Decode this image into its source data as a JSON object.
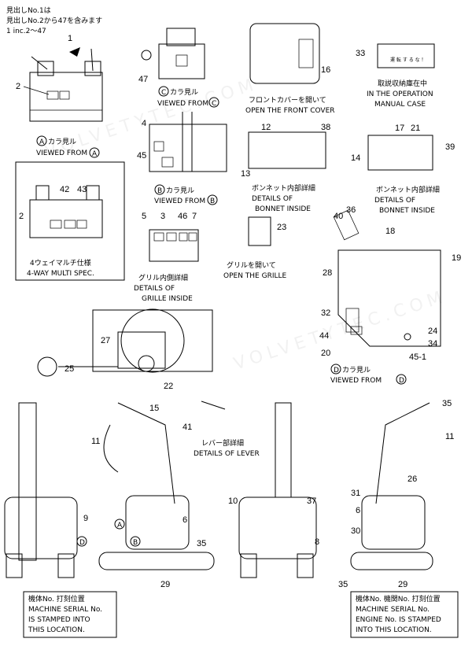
{
  "header": {
    "line1": "見出しNo.1は",
    "line2": "見出しNo.2から47を含みます",
    "line3": "1 inc.2～47"
  },
  "views": {
    "a_jp": "カラ見ル",
    "a_en": "VIEWED FROM",
    "a_letter": "A",
    "b_jp": "カラ見ル",
    "b_en": "VIEWED FROM",
    "b_letter": "B",
    "c_jp": "カラ見ル",
    "c_en": "VIEWED FROM",
    "c_letter": "C",
    "d_jp": "カラ見ル",
    "d_en": "VIEWED FROM",
    "d_letter": "D"
  },
  "captions": {
    "front_cover_jp": "フロントカバーを開いて",
    "front_cover_en": "OPEN THE FRONT COVER",
    "manual_jp": "取説収納庫在中",
    "manual_en1": "IN THE OPERATION",
    "manual_en2": "MANUAL CASE",
    "bonnet_jp": "ボンネット内部詳細",
    "bonnet_en1": "DETAILS OF",
    "bonnet_en2": "BONNET INSIDE",
    "multi_jp": "4ウェイマルチ仕様",
    "multi_en": "4-WAY MULTI SPEC.",
    "grille_open_jp": "グリルを開いて",
    "grille_open_en": "OPEN THE GRILLE",
    "grille_jp": "グリル内側詳細",
    "grille_en1": "DETAILS OF",
    "grille_en2": "GRILLE INSIDE",
    "lever_jp": "レバー部詳細",
    "lever_en": "DETAILS OF LEVER",
    "serial_l_jp": "機体No. 打刻位置",
    "serial_l_en1": "MACHINE SERIAL No.",
    "serial_l_en2": "IS STAMPED INTO",
    "serial_l_en3": "THIS LOCATION.",
    "serial_r_jp": "機体No. 機関No. 打刻位置",
    "serial_r_en1": "MACHINE SERIAL No.",
    "serial_r_en2": "ENGINE No. IS STAMPED",
    "serial_r_en3": "INTO THIS LOCATION.",
    "decal_text1": "運 転 す る な ！"
  },
  "callouts": {
    "n1": "1",
    "n2": "2",
    "n2b": "2",
    "n3": "3",
    "n4": "4",
    "n5": "5",
    "n6": "6",
    "n6b": "6",
    "n7": "7",
    "n8": "8",
    "n9": "9",
    "n10": "10",
    "n11": "11",
    "n11b": "11",
    "n12": "12",
    "n13": "13",
    "n14": "14",
    "n15": "15",
    "n16": "16",
    "n17": "17",
    "n18": "18",
    "n19": "19",
    "n20": "20",
    "n21": "21",
    "n22": "22",
    "n23": "23",
    "n24": "24",
    "n25": "25",
    "n26": "26",
    "n27": "27",
    "n28": "28",
    "n29": "29",
    "n29b": "29",
    "n30": "30",
    "n31": "31",
    "n32": "32",
    "n33": "33",
    "n34": "34",
    "n35": "35",
    "n35b": "35",
    "n35c": "35",
    "n36": "36",
    "n37": "37",
    "n38": "38",
    "n39": "39",
    "n40": "40",
    "n41": "41",
    "n42": "42",
    "n43": "43",
    "n44": "44",
    "n45": "45",
    "n45_1": "45-1",
    "n46": "46",
    "n47": "47"
  },
  "watermark": "VOLVETYTEC.COM"
}
